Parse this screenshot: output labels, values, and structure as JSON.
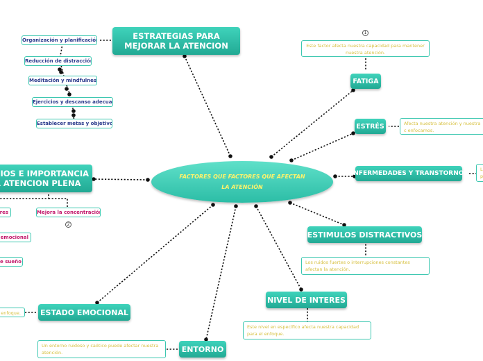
{
  "central": "FACTORES QUE FACTORES QUE AFECTAN LA ATENCIÓN",
  "topics": {
    "estrategias": "ESTRATEGIAS PARA MEJORAR LA ATENCION",
    "fatiga": "FATIGA",
    "estres": "ESTRÉS",
    "enfermedades": "ENFERMEDADES Y TRANSTORNOS",
    "estimulos": "ESTIMULOS DISTRACTIVOS",
    "interes": "NIVEL DE INTERES",
    "entorno": "ENTORNO",
    "emocional": "ESTADO EMOCIONAL",
    "beneficios": "CIOS E IMPORTANCIA A ATENCION PLENA"
  },
  "strategies": [
    "Organización y planificación",
    "Reducción de distracción",
    "Meditación y mindfulness",
    "Ejercicios y descanso adecuado",
    "Establecer metas y objetivos"
  ],
  "benefits": {
    "concentracion": "Mejora la concentración",
    "left_a": "res",
    "left_b": "a emocional",
    "left_c": "de sueño"
  },
  "notes": {
    "fatiga": "Este factor afecta nuestra capacidad para mantener nuestra atención.",
    "estres": "Afecta nuestra atención y nuestra c enfocamos.",
    "enfermedades": "L p",
    "estimulos": "Los ruidos fuertes o interrupciones constantes afectan la atención.",
    "interes": "Este nivel en específico afecta nuestra capacidad para el enfoque.",
    "entorno": "Un entorno ruidoso y caótico puede afectar nuestra atención.",
    "emocional": "enfoque."
  },
  "badges": {
    "fatiga": "1",
    "beneficios": "2"
  },
  "colors": {
    "teal": "#2cbda6",
    "yellow_text": "#fff36b",
    "note_text": "#d6bf3c",
    "sub_text": "#2a3a8c",
    "pink_text": "#c2186b"
  }
}
